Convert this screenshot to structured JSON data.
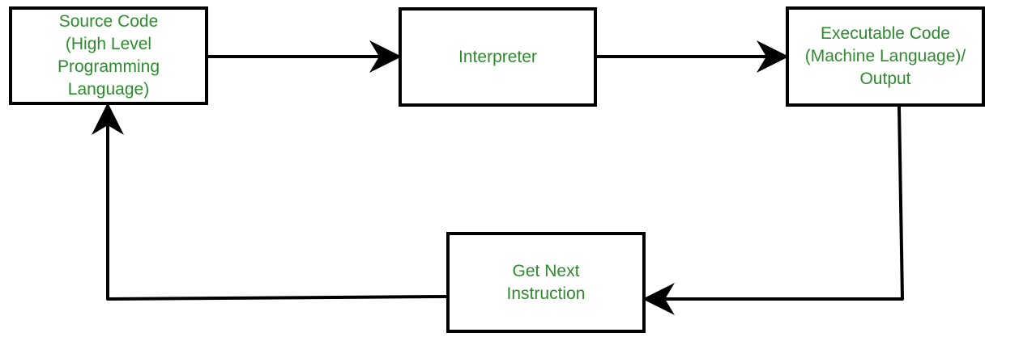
{
  "colors": {
    "label_text": "#2e8b2e",
    "stroke": "#000000",
    "background": "#ffffff"
  },
  "nodes": {
    "source": {
      "label": "Source Code\n(High Level\nProgramming\nLanguage)"
    },
    "interpreter": {
      "label": "Interpreter"
    },
    "executable": {
      "label": "Executable Code\n(Machine Language)/\nOutput"
    },
    "next_instruction": {
      "label": "Get Next\nInstruction"
    }
  },
  "edges": [
    {
      "from": "source",
      "to": "interpreter"
    },
    {
      "from": "interpreter",
      "to": "executable"
    },
    {
      "from": "executable",
      "to": "next_instruction"
    },
    {
      "from": "next_instruction",
      "to": "source"
    }
  ]
}
